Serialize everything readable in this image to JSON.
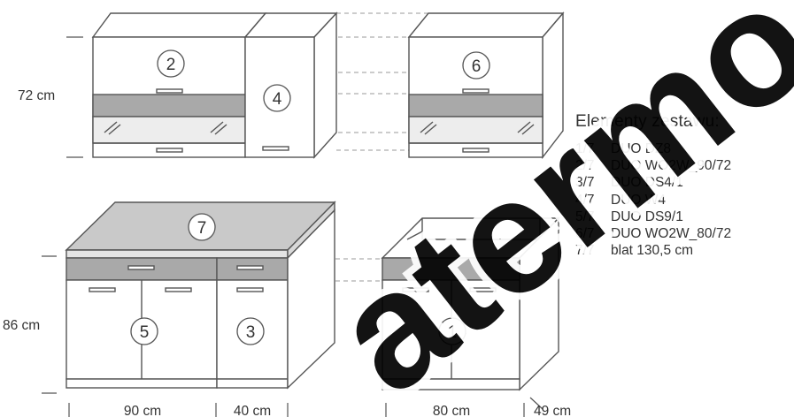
{
  "dimensions": {
    "upper_height": "72 cm",
    "lower_height": "86 cm",
    "width_sink_cabinet": "90 cm",
    "width_narrow_cabinet": "40 cm",
    "width_sink_base": "80 cm",
    "depth": "49 cm"
  },
  "cabinet_numbers": {
    "c1": "1",
    "c2": "2",
    "c3": "3",
    "c4": "4",
    "c5": "5",
    "c6": "6",
    "c7": "7"
  },
  "elements": {
    "title": "Elementy zestawu:",
    "items": [
      {
        "index": "1/7",
        "name": "DUO DZ8"
      },
      {
        "index": "2/7",
        "name": "DUO WO2W_90/72"
      },
      {
        "index": "3/7",
        "name": "DUO DS4/1"
      },
      {
        "index": "4/7",
        "name": "DUO W4"
      },
      {
        "index": "5/7",
        "name": "DUO DS9/1"
      },
      {
        "index": "6/7",
        "name": "DUO WO2W_80/72"
      },
      {
        "index": "7/7",
        "name": "blat 130,5 cm"
      }
    ]
  },
  "watermark_text": "atermo",
  "colors": {
    "line": "#555555",
    "panel_gray": "#a9a9a9",
    "countertop": "#c9c9c9",
    "glass": "#ededed",
    "watermark": "#000000"
  }
}
